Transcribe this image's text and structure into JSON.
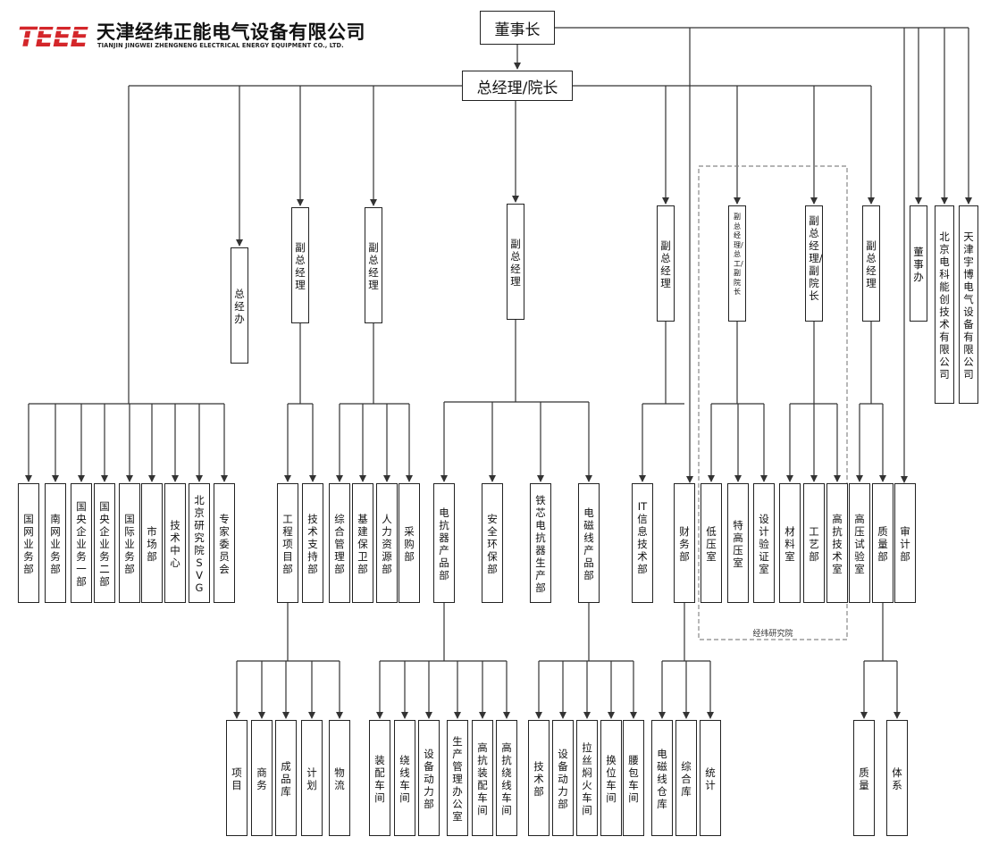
{
  "company": {
    "logo_text": "TEEE",
    "name_cn": "天津经纬正能电气设备有限公司",
    "name_en": "TIANJIN JINGWEI ZHENGNENG ELECTRICAL ENERGY EQUIPMENT CO., LTD."
  },
  "colors": {
    "line": "#333333",
    "logo_red": "#d4262a",
    "group_border": "#888888"
  },
  "org": {
    "chairman": "董事长",
    "general_manager": "总经理/院长",
    "group_label": "经纬研究院",
    "tier2": [
      "总经办",
      "副总经理",
      "副总经理",
      "副总经理",
      "副总经理",
      "副总经理/总工/副院长",
      "副总经理/副院长",
      "副总经理",
      "董事办",
      "北京电科能创技术有限公司",
      "天津宇博电气设备有限公司"
    ],
    "tier3": [
      "国网业务部",
      "南网业务部",
      "国央企业务一部",
      "国央企业务二部",
      "国际业务部",
      "市场部",
      "技术中心",
      "北京研究院SVG",
      "专家委员会",
      "工程项目部",
      "技术支持部",
      "综合管理部",
      "基建保卫部",
      "人力资源部",
      "采购部",
      "电抗器产品部",
      "安全环保部",
      "铁芯电抗器生产部",
      "电磁线产品部",
      "IT信息技术部",
      "财务部",
      "低压室",
      "特高压室",
      "设计验证室",
      "材料室",
      "工艺部",
      "高抗技术室",
      "高压试验室",
      "质量部",
      "审计部"
    ],
    "tier4": [
      "项目",
      "商务",
      "成品库",
      "计划",
      "物流",
      "装配车间",
      "绕线车间",
      "设备动力部",
      "生产管理办公室",
      "高抗装配车间",
      "高抗绕线车间",
      "技术部",
      "设备动力部",
      "拉丝焖火车间",
      "换位车间",
      "腰包车间",
      "电磁线仓库",
      "综合库",
      "统计",
      "质量",
      "体系"
    ]
  }
}
